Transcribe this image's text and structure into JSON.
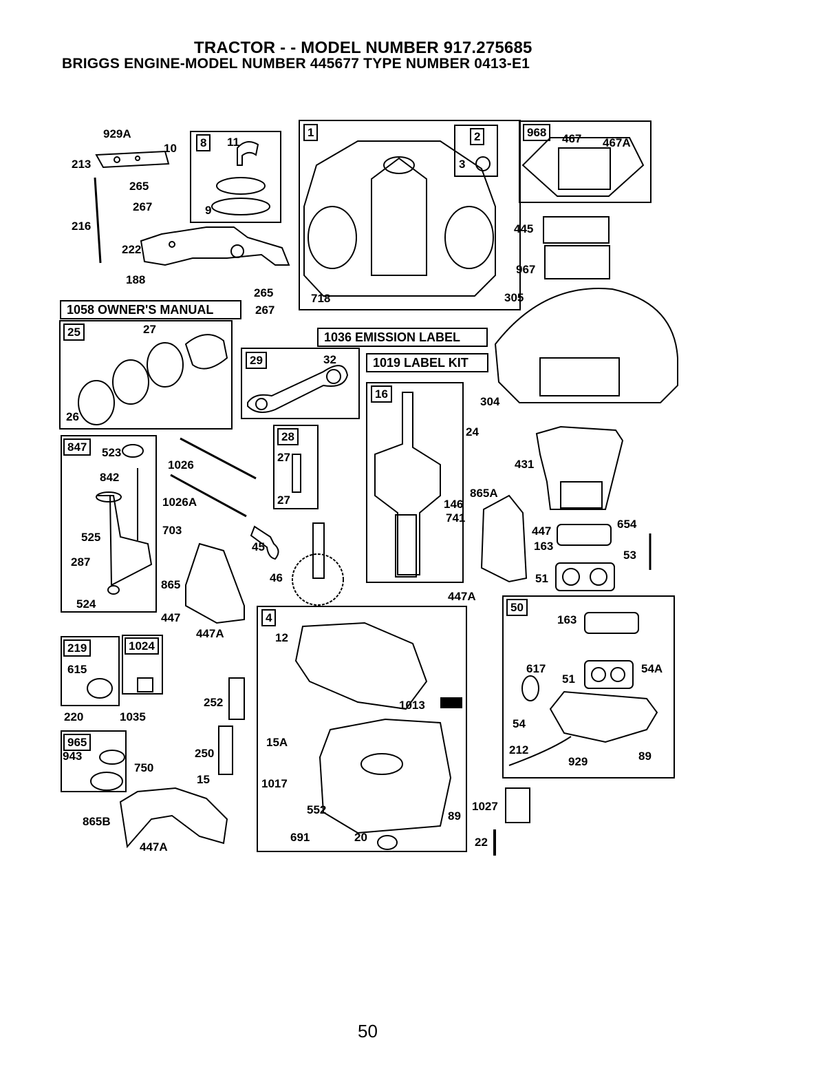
{
  "header": {
    "title": "TRACTOR - - MODEL NUMBER 917.275685",
    "subtitle": "BRIGGS ENGINE-MODEL NUMBER 445677 TYPE NUMBER 0413-E1"
  },
  "boxed_labels": {
    "owners_manual": "1058 OWNER'S MANUAL",
    "emission_label": "1036 EMISSION LABEL",
    "label_kit": "1019 LABEL KIT"
  },
  "kit_tags": {
    "k8": "8",
    "k1": "1",
    "k2": "2",
    "k968": "968",
    "k25": "25",
    "k29": "29",
    "k16": "16",
    "k28": "28",
    "k847": "847",
    "k219": "219",
    "k1024": "1024",
    "k965": "965",
    "k4": "4",
    "k50": "50"
  },
  "part_numbers": {
    "p929A": "929A",
    "p10": "10",
    "p11": "11",
    "p213": "213",
    "p265a": "265",
    "p267a": "267",
    "p9": "9",
    "p216": "216",
    "p222": "222",
    "p188": "188",
    "p265b": "265",
    "p267b": "267",
    "p718": "718",
    "p3": "3",
    "p467": "467",
    "p467A": "467A",
    "p445": "445",
    "p967": "967",
    "p305": "305",
    "p304": "304",
    "p27a": "27",
    "p26": "26",
    "p32": "32",
    "p24": "24",
    "p431": "431",
    "p865A": "865A",
    "p146": "146",
    "p741": "741",
    "p447a": "447",
    "p654": "654",
    "p163a": "163",
    "p53": "53",
    "p51a": "51",
    "p447Aa": "447A",
    "p523": "523",
    "p842": "842",
    "p1026": "1026",
    "p1026A": "1026A",
    "p27b": "27",
    "p27c": "27",
    "p703": "703",
    "p45": "45",
    "p46": "46",
    "p525": "525",
    "p287": "287",
    "p865": "865",
    "p524": "524",
    "p447b": "447",
    "p447Ab": "447A",
    "p12": "12",
    "p1013": "1013",
    "p163b": "163",
    "p617": "617",
    "p51b": "51",
    "p54A": "54A",
    "p54": "54",
    "p212": "212",
    "p929": "929",
    "p89a": "89",
    "p615": "615",
    "p252": "252",
    "p220": "220",
    "p1035": "1035",
    "p943": "943",
    "p750": "750",
    "p250": "250",
    "p15A": "15A",
    "p15": "15",
    "p1017": "1017",
    "p552": "552",
    "p89b": "89",
    "p1027": "1027",
    "p865B": "865B",
    "p447Ac": "447A",
    "p691": "691",
    "p20": "20",
    "p22": "22"
  },
  "footer": {
    "page_number": "50"
  }
}
